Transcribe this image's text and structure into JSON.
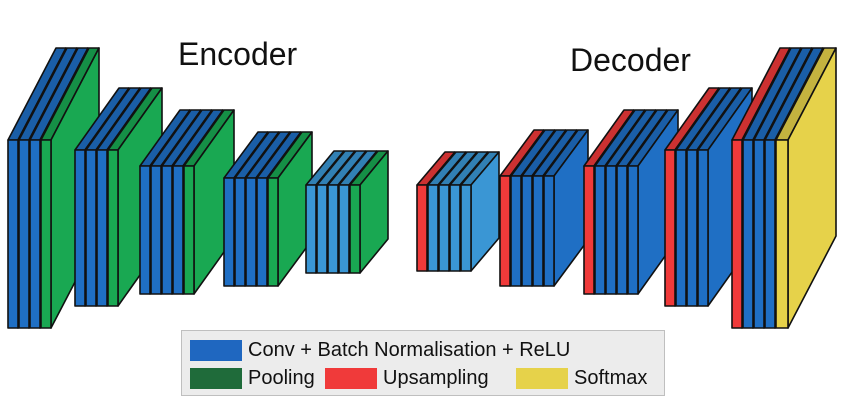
{
  "encoder_title": "Encoder",
  "decoder_title": "Decoder",
  "legend": {
    "conv": {
      "label": "Conv + Batch Normalisation + ReLU",
      "color": "#1f67c0"
    },
    "pool": {
      "label": "Pooling",
      "color": "#1f6b3a"
    },
    "up": {
      "label": "Upsampling",
      "color": "#f03a3a"
    },
    "soft": {
      "label": "Softmax",
      "color": "#e6d24a"
    }
  },
  "layer_colors": {
    "conv": "#1f6fc4",
    "conv_light": "#3a96d4",
    "pool": "#19a852",
    "up": "#f03a3a",
    "soft": "#e6d24a"
  },
  "encoder_blocks": [
    [
      "conv",
      "conv",
      "conv",
      "pool"
    ],
    [
      "conv",
      "conv",
      "conv",
      "pool"
    ],
    [
      "conv",
      "conv",
      "conv",
      "conv",
      "pool"
    ],
    [
      "conv",
      "conv",
      "conv",
      "conv",
      "pool"
    ],
    [
      "conv_light",
      "conv_light",
      "conv_light",
      "conv_light",
      "pool"
    ]
  ],
  "decoder_blocks": [
    [
      "up",
      "conv_light",
      "conv_light",
      "conv_light",
      "conv_light"
    ],
    [
      "up",
      "conv",
      "conv",
      "conv",
      "conv"
    ],
    [
      "up",
      "conv",
      "conv",
      "conv",
      "conv"
    ],
    [
      "up",
      "conv",
      "conv",
      "conv"
    ],
    [
      "up",
      "conv",
      "conv",
      "conv",
      "soft"
    ]
  ]
}
